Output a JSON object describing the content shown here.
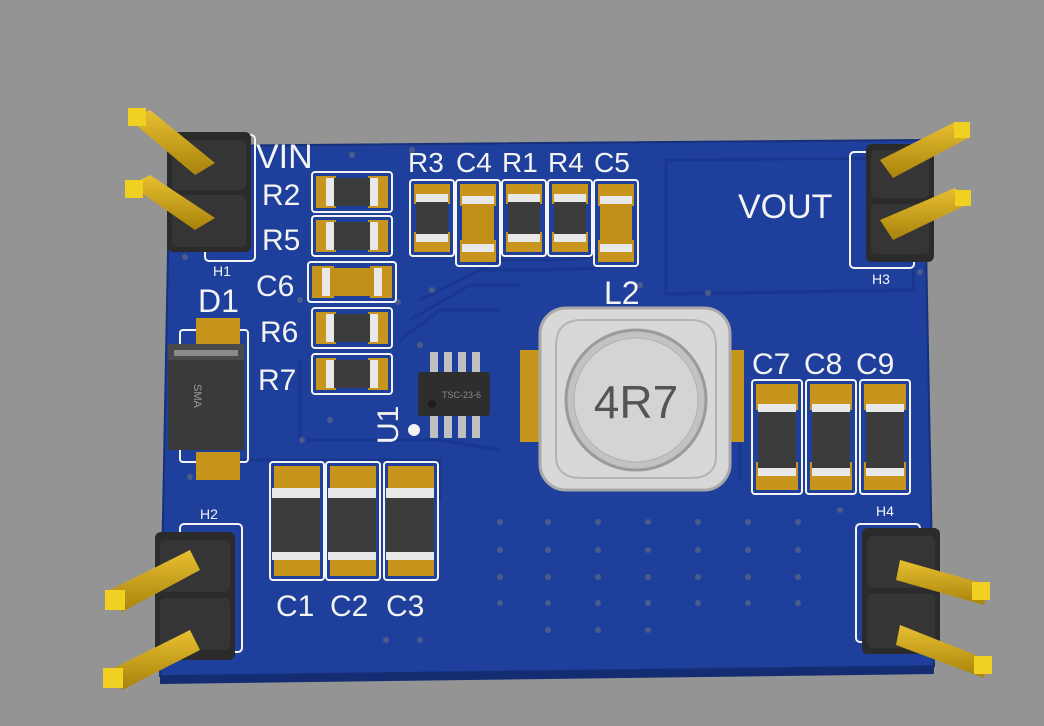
{
  "background_color": "#949494",
  "board_color": "#1e3f9c",
  "silkscreen_color": "#f4f4f4",
  "pad_color": "#c8951c",
  "labels": {
    "vin": "VIN",
    "vout": "VOUT",
    "d1": "D1",
    "u1": "U1",
    "l2": "L2",
    "h1": "H1",
    "h2": "H2",
    "h3": "H3",
    "h4": "H4",
    "r2": "R2",
    "r5": "R5",
    "c6": "C6",
    "r6": "R6",
    "r7": "R7",
    "r3": "R3",
    "c4": "C4",
    "r1": "R1",
    "r4": "R4",
    "c5": "C5",
    "c7": "C7",
    "c8": "C8",
    "c9": "C9",
    "c1": "C1",
    "c2": "C2",
    "c3": "C3"
  },
  "inductor_marking": "4R7",
  "diode_marking": "SMA",
  "ic_marking": "TSC-23-6"
}
